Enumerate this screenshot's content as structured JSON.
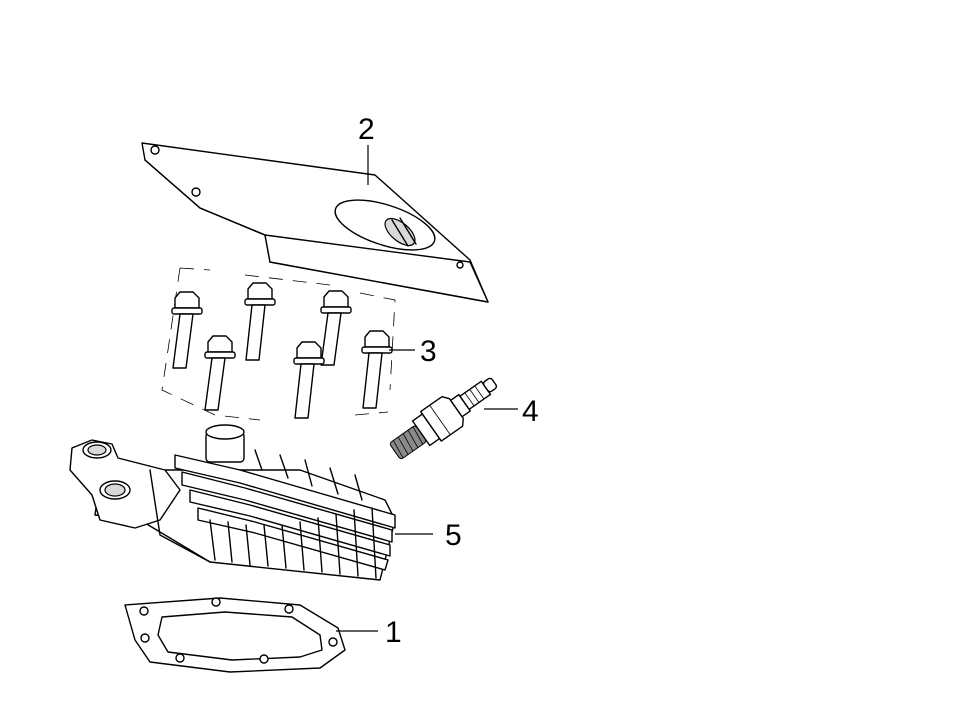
{
  "callouts": {
    "gasket": "1",
    "shroud": "2",
    "bolts": "3",
    "spark_plug": "4",
    "cylinder_head": "5"
  }
}
